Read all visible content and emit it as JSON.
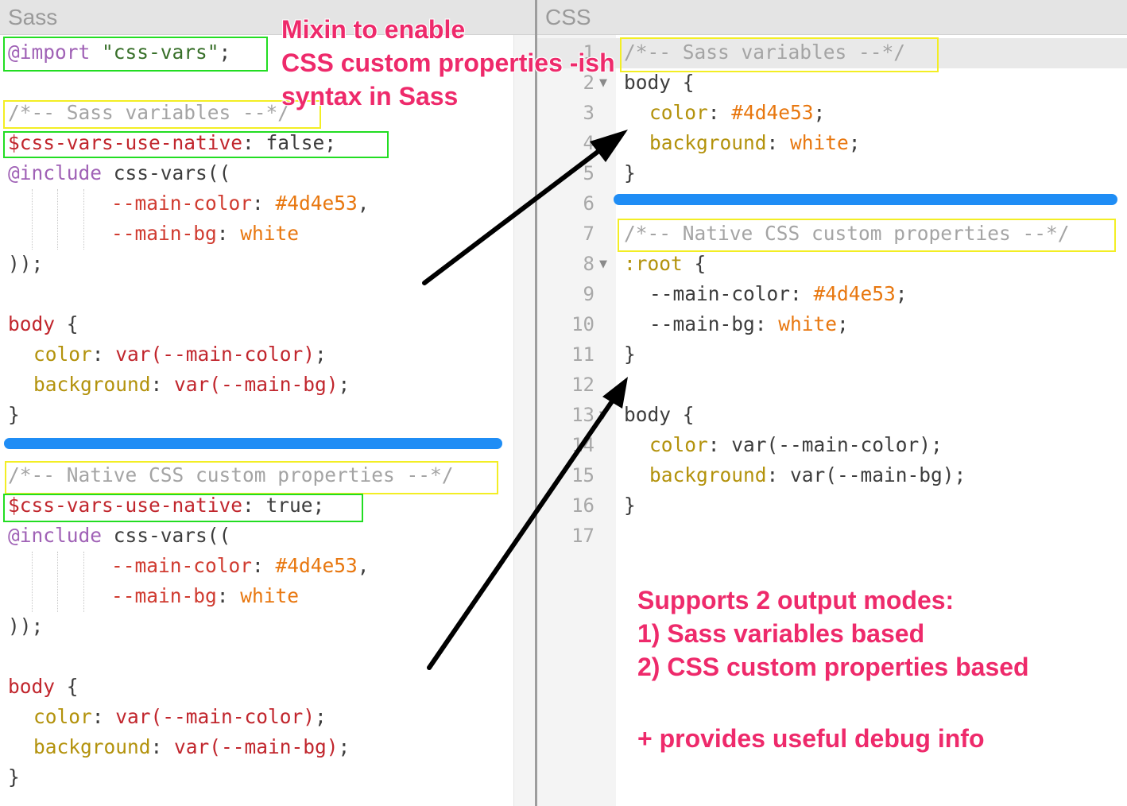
{
  "panes": {
    "left_title": "Sass",
    "right_title": "CSS"
  },
  "sass_code": {
    "l1": {
      "a": "@import",
      "b": " ",
      "c": "\"css-vars\"",
      "d": ";"
    },
    "l3": "/*-- Sass variables --*/",
    "l4": {
      "a": "$css-vars-use-native",
      "b": ": false;"
    },
    "l5": {
      "a": "@include",
      "b": " css-vars(("
    },
    "l6": {
      "a": "--main-color",
      "b": ": ",
      "c": "#4d4e53",
      "d": ","
    },
    "l7": {
      "a": "--main-bg",
      "b": ": ",
      "c": "white"
    },
    "l8": "));",
    "l10": {
      "a": "body",
      "b": " {"
    },
    "l11": {
      "a": "color",
      "b": ": ",
      "c": "var(--main-color)",
      "d": ";"
    },
    "l12": {
      "a": "background",
      "b": ": ",
      "c": "var(--main-bg)",
      "d": ";"
    },
    "l13": "}",
    "l15": "/*-- Native CSS custom properties --*/",
    "l16": {
      "a": "$css-vars-use-native",
      "b": ": true;"
    },
    "l17": {
      "a": "@include",
      "b": " css-vars(("
    },
    "l18": {
      "a": "--main-color",
      "b": ": ",
      "c": "#4d4e53",
      "d": ","
    },
    "l19": {
      "a": "--main-bg",
      "b": ": ",
      "c": "white"
    },
    "l20": "));",
    "l22": {
      "a": "body",
      "b": " {"
    },
    "l23": {
      "a": "color",
      "b": ": ",
      "c": "var(--main-color)",
      "d": ";"
    },
    "l24": {
      "a": "background",
      "b": ": ",
      "c": "var(--main-bg)",
      "d": ";"
    },
    "l25": "}"
  },
  "css_code": {
    "line_numbers": [
      "1",
      "2",
      "3",
      "4",
      "5",
      "6",
      "7",
      "8",
      "9",
      "10",
      "11",
      "12",
      "13",
      "14",
      "15",
      "16",
      "17"
    ],
    "l1": "/*-- Sass variables --*/",
    "l2": {
      "a": "body",
      "b": " {"
    },
    "l3": {
      "a": "color",
      "b": ": ",
      "c": "#4d4e53",
      "d": ";"
    },
    "l4": {
      "a": "background",
      "b": ": ",
      "c": "white",
      "d": ";"
    },
    "l5": "}",
    "l7": "/*-- Native CSS custom properties --*/",
    "l8": {
      "a": ":root",
      "b": " {"
    },
    "l9": {
      "a": "--main-color",
      "b": ": ",
      "c": "#4d4e53",
      "d": ";"
    },
    "l10": {
      "a": "--main-bg",
      "b": ": ",
      "c": "white",
      "d": ";"
    },
    "l11": "}",
    "l13": {
      "a": "body",
      "b": " {"
    },
    "l14": {
      "a": "color",
      "b": ": ",
      "c": "var(--main-color)",
      "d": ";"
    },
    "l15": {
      "a": "background",
      "b": ": ",
      "c": "var(--main-bg)",
      "d": ";"
    },
    "l16": "}"
  },
  "annotations": {
    "mixin_1": "Mixin to enable",
    "mixin_2": "CSS custom properties -ish",
    "mixin_3": "syntax in Sass",
    "modes_1": "Supports 2 output modes:",
    "modes_2": "1) Sass variables based",
    "modes_3": "2) CSS custom properties based",
    "debug": "+ provides useful debug info"
  },
  "colors": {
    "highlight_green": "#22dd22",
    "highlight_yellow": "#f3ee24",
    "separator_blue": "#1f8df5",
    "annotation_pink": "#ee2a6b"
  }
}
